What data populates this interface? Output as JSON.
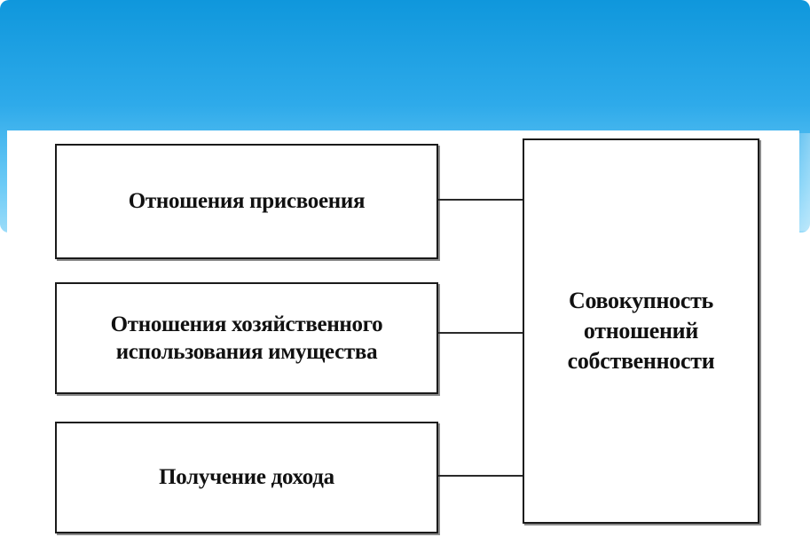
{
  "colors": {
    "banner_top": "#0f97dc",
    "banner_bottom": "#9bdcf9",
    "box_border": "#1a1a1a"
  },
  "diagram": {
    "left_boxes": [
      {
        "label": "Отношения присвоения"
      },
      {
        "label": "Отношения хозяйственного\nиспользования имущества"
      },
      {
        "label": "Получение дохода"
      }
    ],
    "target_box": {
      "label": "Совокупность\nотношений\nсобственности"
    }
  }
}
